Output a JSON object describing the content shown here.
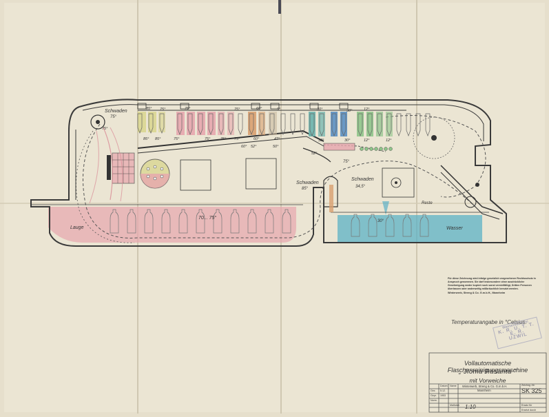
{
  "labels": {
    "schwaden_top": "Schwaden",
    "schwaden_top_temp": "75°",
    "schwaden_mid": "Schwaden",
    "schwaden_mid_temp": "85°",
    "schwaden_right": "Schwaden",
    "schwaden_right_temp": "34,5°",
    "lauge": "Lauge",
    "wasser": "Wasser",
    "reste": "Reste",
    "lauge_temp": "70... 75°",
    "wasser_temp": "30°",
    "curve_temp": "75°"
  },
  "temperatures": {
    "t_top_75": "75°",
    "t_85a": "85°",
    "t_85b": "85°",
    "t_85c": "85°",
    "t_75a": "75°",
    "t_75b": "75°",
    "t_75c": "75°",
    "t_75d": "75°",
    "t_75e": "75°",
    "t_75f": "75°",
    "t_60a": "60°",
    "t_60b": "60°",
    "t_60c": "60°",
    "t_52a": "52°",
    "t_52b": "52°",
    "t_50": "50°",
    "t_47": "4?°",
    "t_30a": "30°",
    "t_30b": "30°",
    "t_30c": "30°",
    "t_30d": "30°",
    "t_12a": "12°",
    "t_12b": "12°",
    "t_12c": "12°",
    "t_5": "5°",
    "t_75g": "75°"
  },
  "notice": {
    "text": "Für diese Zeichnung wird infolge gesetzlich vorgesehener Rechtsschutz in Anspruch genommen. Sie darf insbesondere ohne ausdrückliche Genehmigung weder kopiert noch sonst vervielfältigt, Dritten Personen überlassen oder anderweitig mißbräuchlich benutzt werden.",
    "firm": "Winterwerb, Streng & Co. G.m.b.H., Mannheim"
  },
  "temp_note": "Temperaturangabe in °Celsius.",
  "title_block": {
    "title": "Vollautomatische Flaschenreinigungsmaschine",
    "name": "„ Jloma Rasanta \"",
    "subtitle": "mit Vorweiche",
    "firm_line1": "Winterwerb, Streng & Co. G.m.b.H.",
    "firm_line2": "Mannheim",
    "drawing_no_label": "Zeichng.-Nr.",
    "drawing_no": "SK 325",
    "scale_label": "Maßstab",
    "scale": "1:10",
    "date_label": "Datum",
    "name_label": "Name",
    "row_gez": "Gez.",
    "row_gepr": "Gepr.",
    "row_norm": "Norm.",
    "gez_date": "5.12.",
    "gepr_date": "1953",
    "ersatz_label": "Ersatz für",
    "ersetzt_label": "Ersetzt durch"
  },
  "stamp": {
    "line1": "Wasserbücherei",
    "line2": "K. R. U. T. T. E. R.",
    "line3": "UZWIL"
  },
  "colors": {
    "paper": "#e6dfcc",
    "line": "#3a3a3a",
    "lauge_pink": "#e7a6ae",
    "wasser_blue": "#5cb1c6",
    "yellow": "#d8d48a",
    "green": "#8fc48a",
    "orange": "#d9a070",
    "teal": "#6ab3ad"
  }
}
